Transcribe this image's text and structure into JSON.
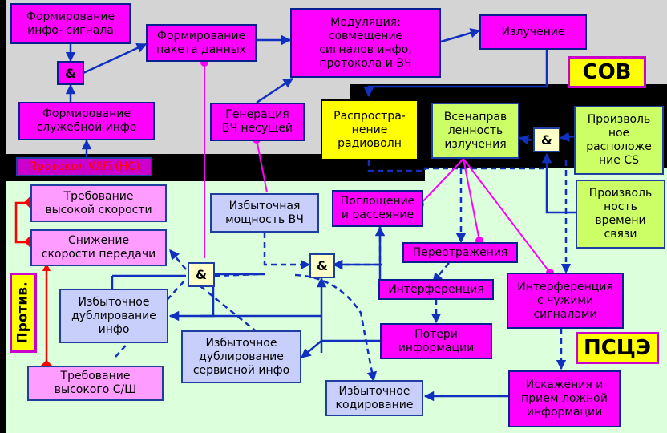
{
  "colors": {
    "top_zone": "#d4d4d4",
    "bottom_zone": "#dcffdc",
    "blue_line": "#1030c0",
    "magenta_line": "#ff00ff",
    "red_line": "#ff0000"
  },
  "nodes": {
    "info_signal": "Формирование\nинфо- сигнала",
    "and_top": "&",
    "service_info": "Формирование\nслужебной инфо",
    "packet": "Формирование\nпакета данных",
    "modulation": "Модуляция:\nсовмещение\nсигналов инфо,\nпротокола и ВЧ",
    "emission": "Излучение",
    "carrier": "Генерация\nВЧ несущей",
    "propagation": "Распростра-\nнение\nрадиоволн",
    "omni": "Всенаправ\nленность\nизлучения",
    "and_right": "&",
    "arb_cs": "Произволь\nное\nрасположе\nние CS",
    "arb_time": "Произволь\nность\nвремени\nсвязи",
    "high_speed": "Требование\nвысокой скорости",
    "rate_reduction": "Снижение\nскорости передачи",
    "excess_power": "Избыточная\nмощность ВЧ",
    "absorption": "Поглощение\nи рассеяние",
    "reflections": "Переотражения",
    "interference": "Интерференция",
    "foreign_interference": "Интерференция\nс чужими\nсигналами",
    "and_left": "&",
    "and_mid": "&",
    "dup_info": "Избыточное\nдублирование\nинфо",
    "dup_service": "Избыточное\nдублирование\nсервисной инфо",
    "info_loss": "Потери\nинформации",
    "high_snr": "Требование\nвысокого С/Ш",
    "excess_coding": "Избыточное\nкодирование",
    "distortion": "Искажения и\nприем ложной\nинформации"
  },
  "labels": {
    "protocol": "Протокол WiFi (HC)",
    "sov": "СОВ",
    "psce": "ПСЦЭ",
    "contra": "Против."
  }
}
